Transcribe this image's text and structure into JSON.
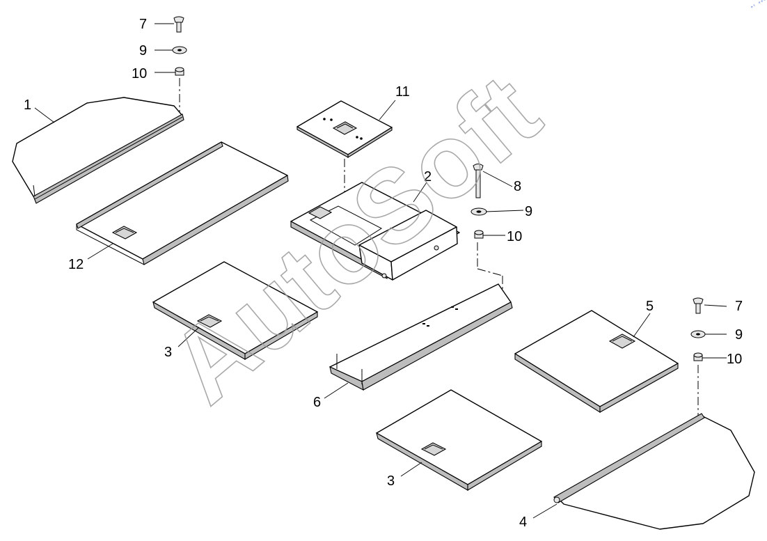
{
  "diagram": {
    "callouts": {
      "c1": "1",
      "c2": "2",
      "c3a": "3",
      "c3b": "3",
      "c4": "4",
      "c5": "5",
      "c6": "6",
      "c7a": "7",
      "c7b": "7",
      "c8": "8",
      "c9a": "9",
      "c9b": "9",
      "c9c": "9",
      "c10a": "10",
      "c10b": "10",
      "c10c": "10",
      "c11": "11",
      "c12": "12"
    },
    "watermark": "AutoSoft"
  },
  "colors": {
    "line": "#000000",
    "background": "#ffffff",
    "watermark": "#9a9a9a",
    "corner_mark": "#3a5fcf"
  }
}
